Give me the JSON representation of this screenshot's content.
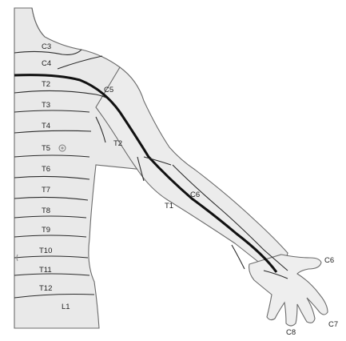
{
  "colors": {
    "skin": "#e9e9e9",
    "skin_light": "#f3f3f3",
    "outline": "#6b6b6b",
    "band_line": "#2b2b2b",
    "axial_line": "#111111",
    "text": "#222222"
  },
  "labels": {
    "c3": "C3",
    "c4": "C4",
    "t2": "T2",
    "c5": "C5",
    "t3": "T3",
    "t4": "T4",
    "t5": "T5",
    "t2_arm": "T2",
    "t6": "T6",
    "c6_arm": "C6",
    "t7": "T7",
    "t1": "T1",
    "t8": "T8",
    "t9": "T9",
    "t10": "T10",
    "t11": "T11",
    "t12": "T12",
    "l1": "L1",
    "c6_hand": "C6",
    "c7": "C7",
    "c8": "C8"
  }
}
